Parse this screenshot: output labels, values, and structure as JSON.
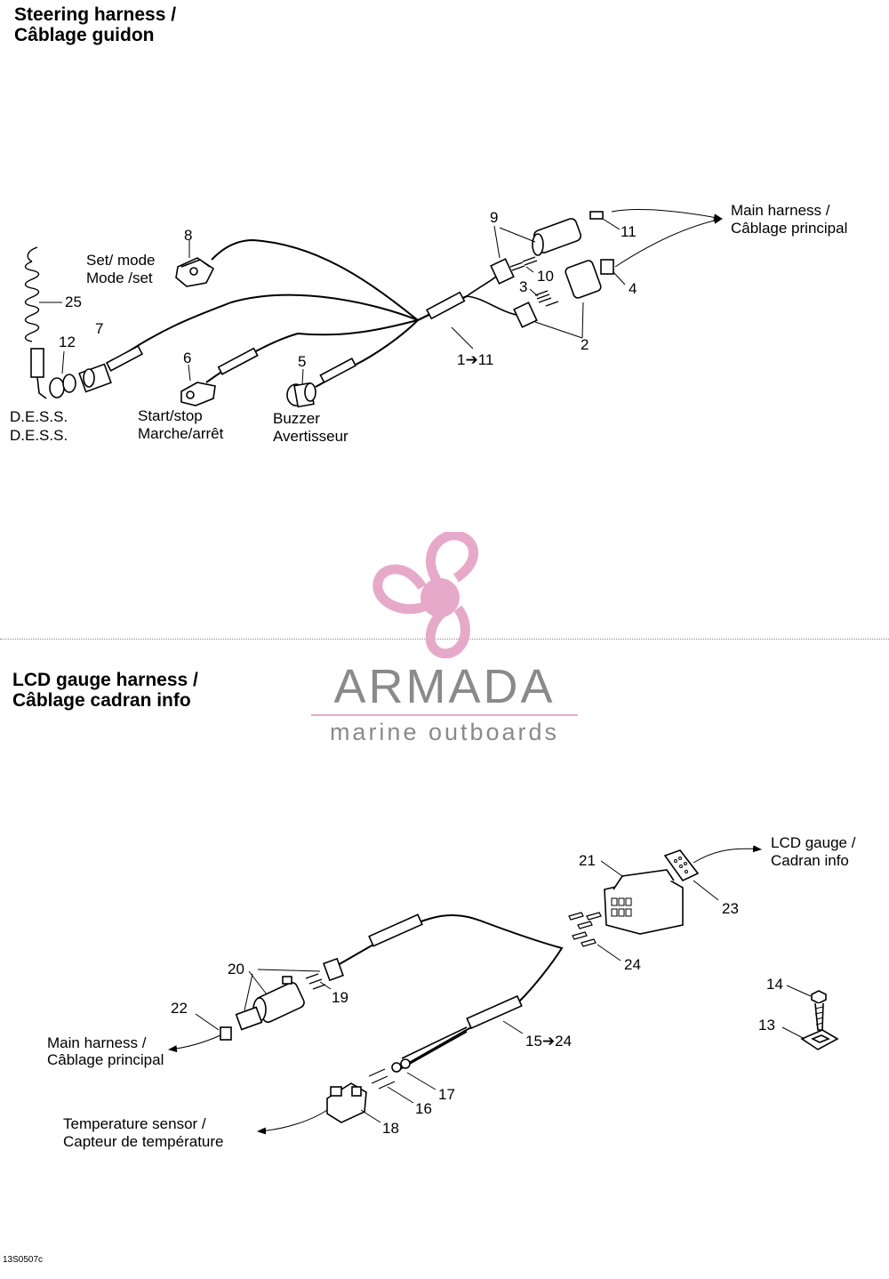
{
  "sections": {
    "steering": {
      "title_en": "Steering harness /",
      "title_fr": "Câblage guidon"
    },
    "lcd": {
      "title_en": "LCD gauge harness /",
      "title_fr": "Câblage cadran info"
    }
  },
  "steering_labels": {
    "set_mode_en": "Set/ mode",
    "set_mode_fr": "Mode /set",
    "dess_en": "D.E.S.S.",
    "dess_fr": "D.E.S.S.",
    "start_stop_en": "Start/stop",
    "start_stop_fr": "Marche/arrêt",
    "buzzer_en": "Buzzer",
    "buzzer_fr": "Avertisseur",
    "main_harness_en": "Main harness   /",
    "main_harness_fr": "Câblage principal"
  },
  "steering_callouts": {
    "c8": "8",
    "c25": "25",
    "c12": "12",
    "c7": "7",
    "c6": "6",
    "c5": "5",
    "c9": "9",
    "c11": "11",
    "c10": "10",
    "c3": "3",
    "c4": "4",
    "c2": "2",
    "range": "1➔11"
  },
  "lcd_labels": {
    "lcd_gauge_en": "LCD gauge /",
    "lcd_gauge_fr": "Cadran info",
    "main_harness_en": "Main harness /",
    "main_harness_fr": "Câblage principal",
    "temp_en": "Temperature sensor /",
    "temp_fr": "Capteur de température"
  },
  "lcd_callouts": {
    "c21": "21",
    "c23": "23",
    "c24": "24",
    "c20": "20",
    "c19": "19",
    "c22": "22",
    "c14": "14",
    "c13": "13",
    "range": "15➔24",
    "c17": "17",
    "c16": "16",
    "c18": "18"
  },
  "brand": {
    "name": "ARMADA",
    "tagline": "marine outboards",
    "accent_color": "#e7a9c9",
    "text_color": "#8a8a8a"
  },
  "figure_code": "13S0507c"
}
